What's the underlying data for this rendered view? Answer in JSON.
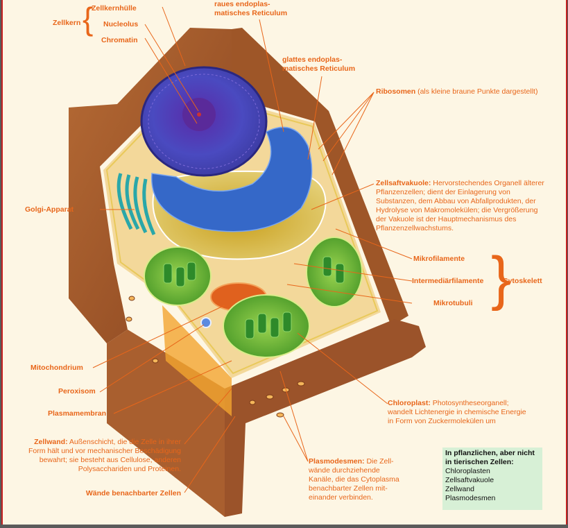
{
  "labels": {
    "zellkern": "Zellkern",
    "zellkernhuelle": "Zellkernhülle",
    "nucleolus": "Nucleolus",
    "chromatin": "Chromatin",
    "raues_er_line1": "raues endoplas-",
    "raues_er_line2": "matisches Reticulum",
    "glattes_er_line1": "glattes endoplas-",
    "glattes_er_line2": "matisches Reticulum",
    "ribosomen": "Ribosomen",
    "ribosomen_desc": "(als kleine braune Punkte dargestellt)",
    "golgi": "Golgi-Apparat",
    "vakuole_title": "Zellsaftvakuole:",
    "vakuole_desc1": "Hervorstechendes Organell älterer",
    "vakuole_desc2": "Pflanzenzellen; dient der Einlagerung von",
    "vakuole_desc3": "Substanzen, dem Abbau von Abfallprodukten, der",
    "vakuole_desc4": "Hydrolyse von Makromolekülen; die Vergrößerung",
    "vakuole_desc5": "der Vakuole ist der Hauptmechanismus des",
    "vakuole_desc6": "Pflanzenzellwachstums.",
    "mikrofilamente": "Mikrofilamente",
    "intermediaer": "Intermediärfilamente",
    "mikrotubuli": "Mikrotubuli",
    "cytoskelett": "Cytoskelett",
    "mitochondrium": "Mitochondrium",
    "peroxisom": "Peroxisom",
    "plasmamembran": "Plasmamembran",
    "chloroplast_title": "Chloroplast:",
    "chloroplast_desc1": "Photosyntheseorganell;",
    "chloroplast_desc2": "wandelt Lichtenergie in chemische Energie",
    "chloroplast_desc3": "in Form von Zuckermolekülen um",
    "zellwand_title": "Zellwand:",
    "zellwand_desc1": "Außenschicht, die die Zelle in ihrer",
    "zellwand_desc2": "Form hält und vor mechanischer Beschädigung",
    "zellwand_desc3": "bewahrt; sie besteht aus Cellulose, anderen",
    "zellwand_desc4": "Polysacchariden und Proteinen.",
    "waende": "Wände benachbarter Zellen",
    "plasmodesmen_title": "Plasmodesmen:",
    "plasmodesmen_desc1": "Die Zell-",
    "plasmodesmen_desc2": "wände durchziehende",
    "plasmodesmen_desc3": "Kanäle, die das Cytoplasma",
    "plasmodesmen_desc4": "benachbarter Zellen mit-",
    "plasmodesmen_desc5": "einander verbinden."
  },
  "info_box": {
    "header1": "In pflanzlichen, aber nicht",
    "header2": "in tierischen Zellen:",
    "items": [
      "Chloroplasten",
      "Zellsaftvakuole",
      "Zellwand",
      "Plasmodesmen"
    ]
  },
  "colors": {
    "label": "#e8661a",
    "wall": "#a0592c",
    "nucleus": "#4a3fb5",
    "er": "#3a6fd0",
    "chloroplast": "#3aa13a",
    "vacuole": "#d8b640",
    "info_bg": "#d7f0d6",
    "frame": "#c62020"
  }
}
